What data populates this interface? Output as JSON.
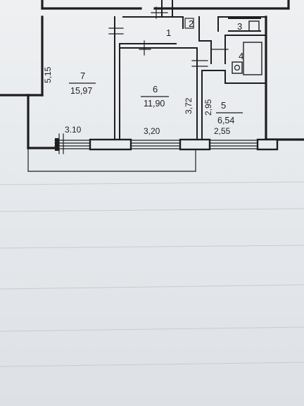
{
  "rooms": [
    {
      "id": "r1",
      "number": "1"
    },
    {
      "id": "r2",
      "number": "2"
    },
    {
      "id": "r3",
      "number": "3"
    },
    {
      "id": "r4",
      "number": "4"
    },
    {
      "id": "r5",
      "number": "5",
      "area": "6,54"
    },
    {
      "id": "r6",
      "number": "6",
      "area": "11,90"
    },
    {
      "id": "r7",
      "number": "7",
      "area": "15,97"
    }
  ],
  "dimensions": {
    "room7_height": "5,15",
    "room6_height": "3,72",
    "room5_height": "2,95",
    "room7_width": "3.10",
    "room6_width": "3,20",
    "room5_width": "2,55"
  },
  "colors": {
    "ink": "#1e1e1e",
    "paper": "#e9ecef"
  }
}
